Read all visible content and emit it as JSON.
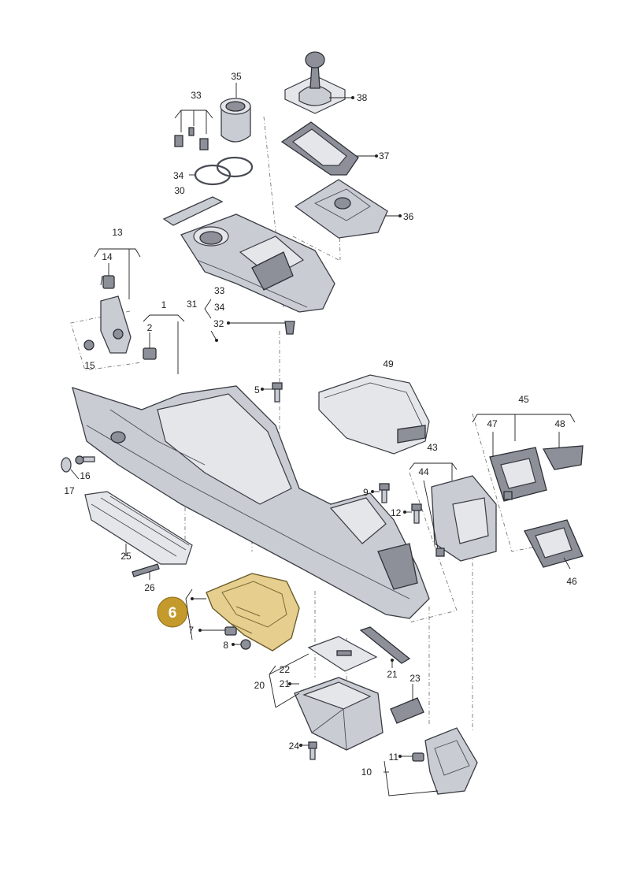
{
  "highlight": {
    "label": "6",
    "color": "#c49a2c"
  },
  "part_labels": [
    {
      "id": "35",
      "text": "35"
    },
    {
      "id": "38",
      "text": "38"
    },
    {
      "id": "33a",
      "text": "33"
    },
    {
      "id": "37",
      "text": "37"
    },
    {
      "id": "34a",
      "text": "34"
    },
    {
      "id": "30",
      "text": "30"
    },
    {
      "id": "36",
      "text": "36"
    },
    {
      "id": "13",
      "text": "13"
    },
    {
      "id": "14",
      "text": "14"
    },
    {
      "id": "33b",
      "text": "33"
    },
    {
      "id": "31",
      "text": "31"
    },
    {
      "id": "34b",
      "text": "34"
    },
    {
      "id": "1",
      "text": "1"
    },
    {
      "id": "32",
      "text": "32"
    },
    {
      "id": "2",
      "text": "2"
    },
    {
      "id": "15",
      "text": "15"
    },
    {
      "id": "49",
      "text": "49"
    },
    {
      "id": "5",
      "text": "5"
    },
    {
      "id": "45",
      "text": "45"
    },
    {
      "id": "47",
      "text": "47"
    },
    {
      "id": "48",
      "text": "48"
    },
    {
      "id": "16",
      "text": "16"
    },
    {
      "id": "43",
      "text": "43"
    },
    {
      "id": "44",
      "text": "44"
    },
    {
      "id": "17",
      "text": "17"
    },
    {
      "id": "9",
      "text": "9"
    },
    {
      "id": "12",
      "text": "12"
    },
    {
      "id": "25",
      "text": "25"
    },
    {
      "id": "46",
      "text": "46"
    },
    {
      "id": "26",
      "text": "26"
    },
    {
      "id": "7",
      "text": "7"
    },
    {
      "id": "8",
      "text": "8"
    },
    {
      "id": "22",
      "text": "22"
    },
    {
      "id": "21a",
      "text": "21"
    },
    {
      "id": "21b",
      "text": "21"
    },
    {
      "id": "20",
      "text": "20"
    },
    {
      "id": "23",
      "text": "23"
    },
    {
      "id": "24",
      "text": "24"
    },
    {
      "id": "11",
      "text": "11"
    },
    {
      "id": "10",
      "text": "10"
    }
  ]
}
